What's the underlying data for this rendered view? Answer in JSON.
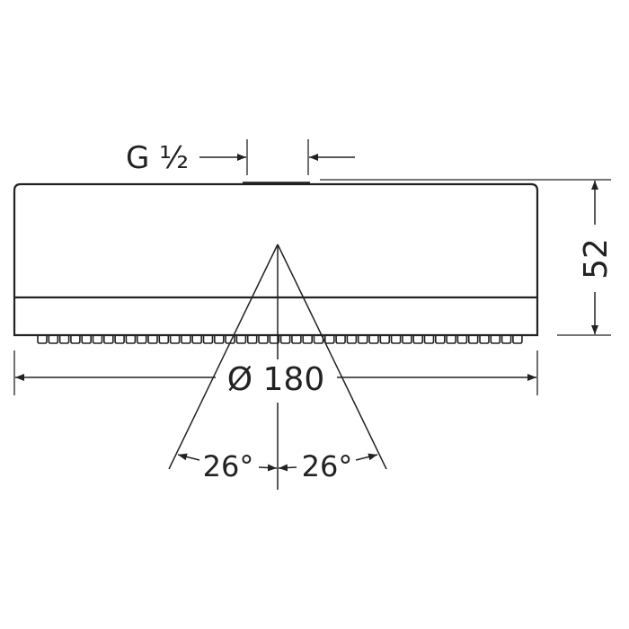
{
  "drawing": {
    "thread_label": "G ½",
    "diameter_label": "Ø 180",
    "height_label": "52",
    "angle_left_label": "26°",
    "angle_right_label": "26°",
    "line_color": "#222222"
  }
}
